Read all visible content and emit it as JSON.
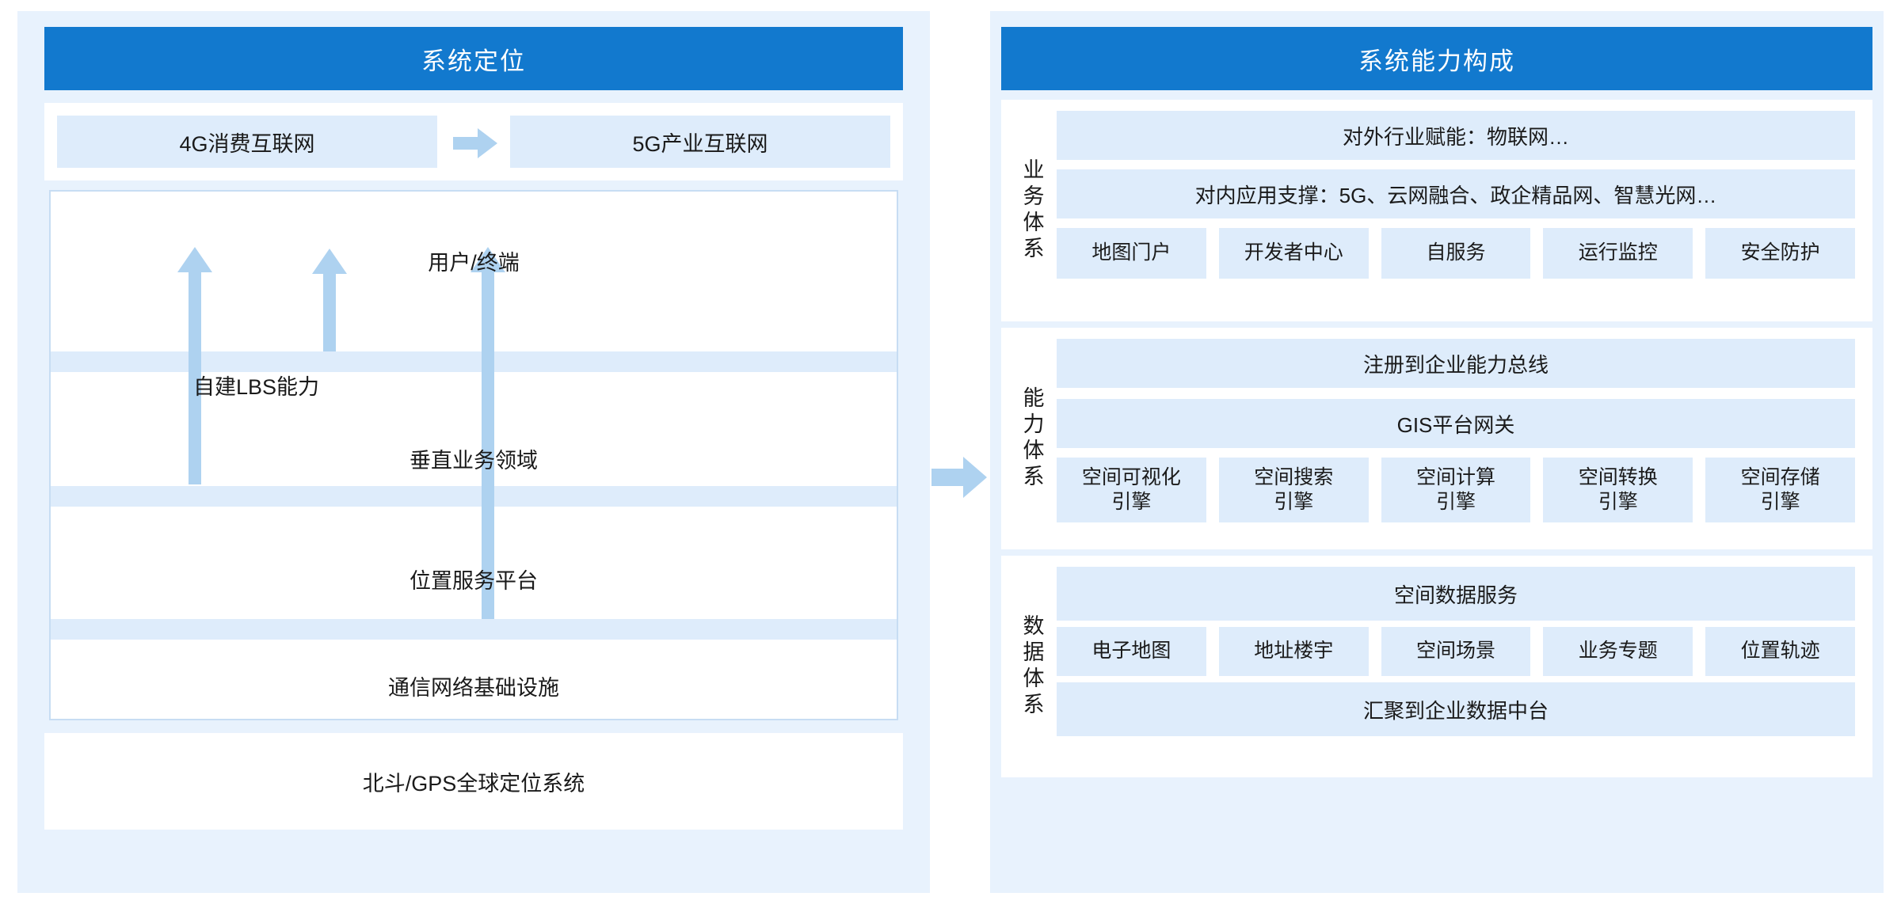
{
  "left_panel": {
    "title": "系统定位",
    "evolution": {
      "from": "4G消费互联网",
      "to": "5G产业互联网",
      "arrow_icon": "right-arrow-icon"
    },
    "stack_layers": [
      "用户/终端",
      "垂直业务领域",
      "位置服务平台",
      "通信网络基础设施"
    ],
    "annotation": "自建LBS能力",
    "foundation": "北斗/GPS全球定位系统",
    "up_arrow_icon": "up-arrow-icon"
  },
  "bridge": {
    "icon": "right-arrow-icon"
  },
  "right_panel": {
    "title": "系统能力构成",
    "sections": [
      {
        "label": "业务体系",
        "bar_top": "对外行业赋能：物联网…",
        "bar_mid": "对内应用支撑：5G、云网融合、政企精品网、智慧光网…",
        "chips": [
          "地图门户",
          "开发者中心",
          "自服务",
          "运行监控",
          "安全防护"
        ],
        "bar_bottom": ""
      },
      {
        "label": "能力体系",
        "bar_top": "注册到企业能力总线",
        "bar_mid": "GIS平台网关",
        "chips": [
          "空间可视化\n引擎",
          "空间搜索\n引擎",
          "空间计算\n引擎",
          "空间转换\n引擎",
          "空间存储\n引擎"
        ],
        "bar_bottom": ""
      },
      {
        "label": "数据体系",
        "bar_top": "空间数据服务",
        "bar_mid": "",
        "chips": [
          "电子地图",
          "地址楼宇",
          "空间场景",
          "业务专题",
          "位置轨迹"
        ],
        "bar_bottom": "汇聚到企业数据中台"
      }
    ]
  },
  "colors": {
    "header_blue": "#1279ce",
    "panel_bg": "#e8f2fd",
    "chip_bg": "#deecfb",
    "arrow_blue": "#aed2f0",
    "box_border": "#c7ddf3",
    "white": "#ffffff"
  }
}
